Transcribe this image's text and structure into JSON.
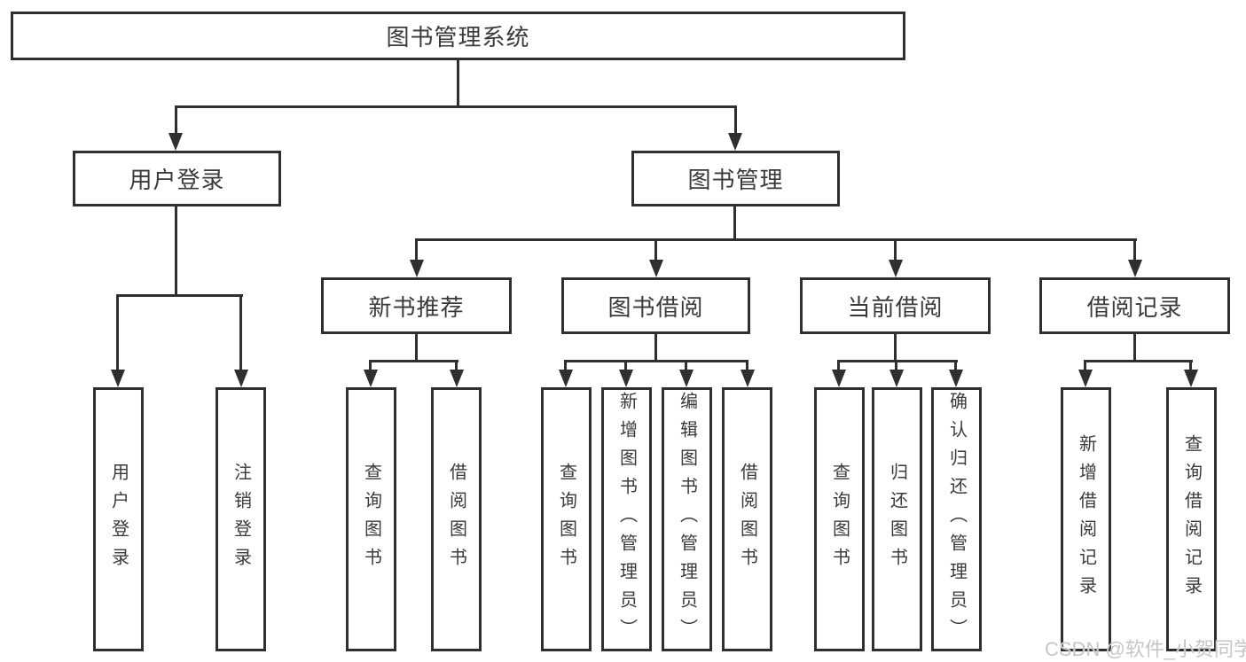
{
  "page": {
    "background": "#ffffff",
    "line_color": "#2f2f2f",
    "text_color": "#3a3a3a",
    "watermark": "CSDN @软件_小贺同学",
    "watermark_color": "#c6c6c6"
  },
  "diagram": {
    "root": {
      "label": "图书管理系统"
    },
    "level2": [
      {
        "label": "用户登录"
      },
      {
        "label": "图书管理"
      }
    ],
    "level3": [
      {
        "label": "新书推荐"
      },
      {
        "label": "图书借阅"
      },
      {
        "label": "当前借阅"
      },
      {
        "label": "借阅记录"
      }
    ],
    "leaves": {
      "user_login": [
        "用户登录",
        "注销登录"
      ],
      "new_book_recommend": [
        "查询图书",
        "借阅图书"
      ],
      "book_borrow": [
        "查询图书",
        "新增图书（管理员）",
        "编辑图书（管理员）",
        "借阅图书"
      ],
      "current_borrow": [
        "查询图书",
        "归还图书",
        "确认归还（管理员）"
      ],
      "borrow_records": [
        "新增借阅记录",
        "查询借阅记录"
      ]
    }
  }
}
